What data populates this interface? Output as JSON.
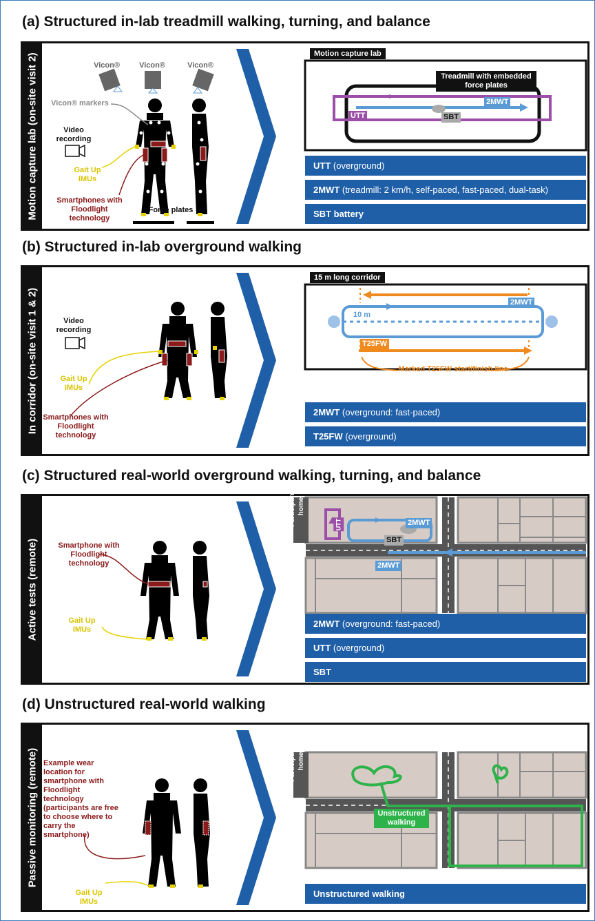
{
  "panels": [
    {
      "title": "(a) Structured in-lab treadmill walking, turning, and balance",
      "sidebar": "Motion capture lab (on-site visit 2)",
      "labels": {
        "vicon": "Vicon®",
        "vicon_markers": "Vicon® markers",
        "video": "Video recording",
        "gait_up": "Gait Up IMUs",
        "smartphones": "Smartphones with Floodlight technology",
        "force_plates": "Force plates",
        "lab_title": "Motion capture lab",
        "treadmill": "Treadmill with embedded force plates",
        "utt": "UTT",
        "sbt": "SBT",
        "twomwt": "2MWT"
      },
      "bars": [
        {
          "bold": "UTT",
          "rest": " (overground)"
        },
        {
          "bold": "2MWT",
          "rest": " (treadmill: 2 km/h, self-paced, fast-paced, dual-task)"
        },
        {
          "bold": "SBT battery",
          "rest": ""
        }
      ]
    },
    {
      "title": "(b) Structured in-lab overground walking",
      "sidebar": "In corridor (on-site visit 1 & 2)",
      "labels": {
        "video": "Video recording",
        "gait_up": "Gait Up IMUs",
        "smartphones": "Smartphones with Floodlight technology",
        "corridor_title": "15 m long corridor",
        "twomwt": "2MWT",
        "ten_m": "10 m",
        "t25fw": "T25FW",
        "marked": "Marked T25FW start/finish line"
      },
      "bars": [
        {
          "bold": "2MWT",
          "rest": " (overground: fast-paced)"
        },
        {
          "bold": "T25FW",
          "rest": " (overground)"
        }
      ]
    },
    {
      "title": "(c) Structured real-world overground walking, turning, and balance",
      "sidebar": "Active tests (remote)",
      "labels": {
        "smartphone": "Smartphone with Floodlight technology",
        "gait_up": "Gait Up IMUs",
        "home": "Participant's home",
        "utt": "UTT",
        "twomwt": "2MWT",
        "sbt": "SBT",
        "twomwt2": "2MWT"
      },
      "bars": [
        {
          "bold": "2MWT",
          "rest": " (overground: fast-paced)"
        },
        {
          "bold": "UTT",
          "rest": " (overground)"
        },
        {
          "bold": "SBT",
          "rest": ""
        }
      ]
    },
    {
      "title": "(d) Unstructured real-world walking",
      "sidebar": "Passive monitoring (remote)",
      "labels": {
        "example": "Example wear location for smartphone with Floodlight technology (participants are free to choose where to carry the smartphone)",
        "gait_up": "Gait Up IMUs",
        "home": "Participant's home",
        "unstructured": "Unstructured walking"
      },
      "bars": [
        {
          "bold": "Unstructured walking",
          "rest": ""
        }
      ]
    }
  ],
  "colors": {
    "blue_bar": "#1f5fa8",
    "purple": "#9b4fa8",
    "light_blue": "#5b9bd5",
    "orange": "#ef8a1e",
    "green": "#2db34a",
    "gait_up_yellow": "#e6d200",
    "smartphone_red": "#8b1a1a"
  }
}
